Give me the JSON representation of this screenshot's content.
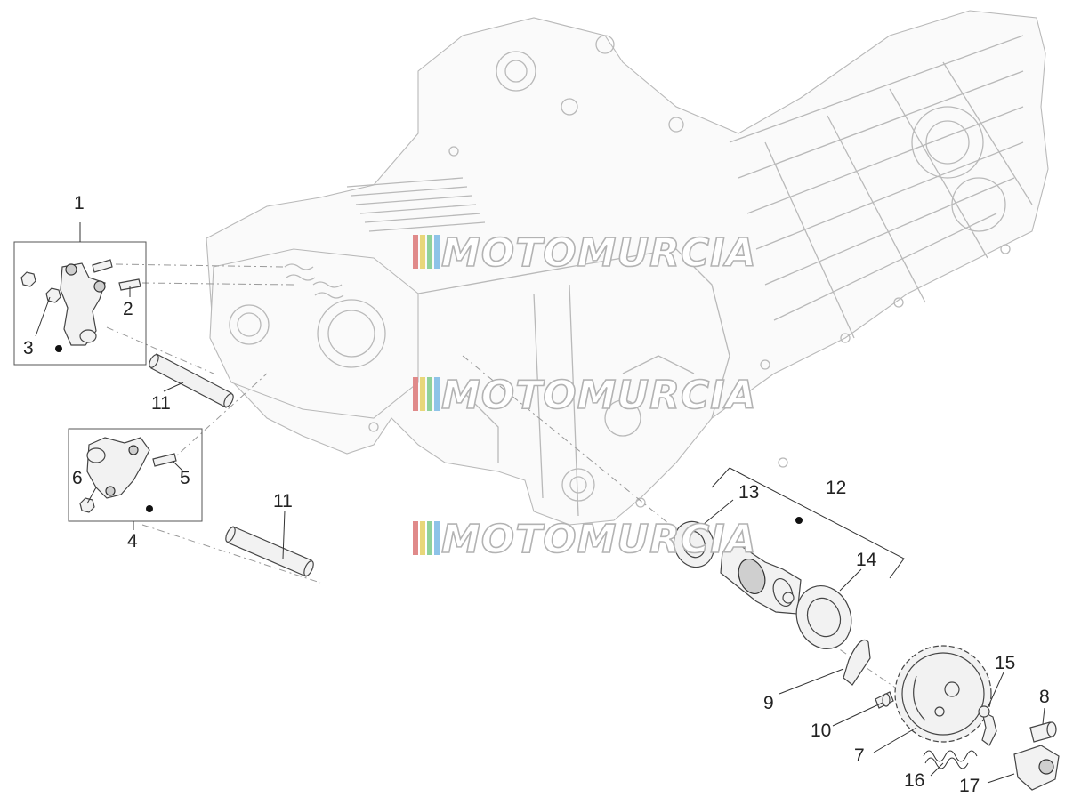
{
  "diagram": {
    "callouts": [
      {
        "id": "c1",
        "text": "1"
      },
      {
        "id": "c2",
        "text": "2"
      },
      {
        "id": "c3",
        "text": "3"
      },
      {
        "id": "c4",
        "text": "4"
      },
      {
        "id": "c5",
        "text": "5"
      },
      {
        "id": "c6",
        "text": "6"
      },
      {
        "id": "c7",
        "text": "7"
      },
      {
        "id": "c8",
        "text": "8"
      },
      {
        "id": "c9",
        "text": "9"
      },
      {
        "id": "c10",
        "text": "10"
      },
      {
        "id": "c11a",
        "text": "11"
      },
      {
        "id": "c11b",
        "text": "11"
      },
      {
        "id": "c12",
        "text": "12"
      },
      {
        "id": "c13",
        "text": "13"
      },
      {
        "id": "c14",
        "text": "14"
      },
      {
        "id": "c15",
        "text": "15"
      },
      {
        "id": "c16",
        "text": "16"
      },
      {
        "id": "c17",
        "text": "17"
      }
    ],
    "watermark": {
      "text": "MOTOMURCIA",
      "stripe_colors": [
        "#e08a8a",
        "#e8d77a",
        "#8fd19a",
        "#8ec3e8"
      ]
    },
    "colors": {
      "line": "#333333",
      "ghost": "#b9b9b9",
      "background": "#ffffff"
    }
  }
}
